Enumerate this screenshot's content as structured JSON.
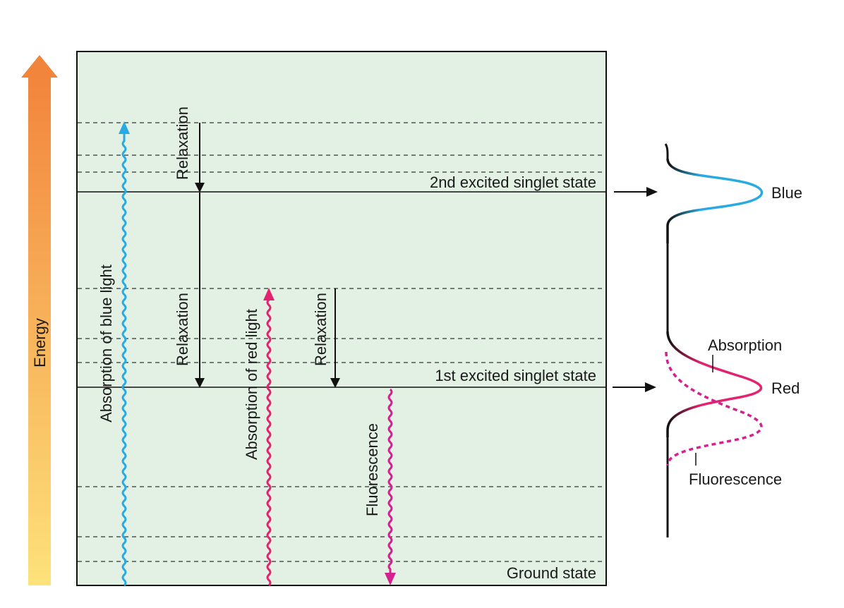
{
  "axis": {
    "label": "Energy"
  },
  "states": {
    "second_excited": "2nd excited singlet state",
    "first_excited": "1st excited singlet state",
    "ground": "Ground state"
  },
  "transitions": {
    "absorption_blue": "Absorption of blue light",
    "absorption_red": "Absorption of red light",
    "relaxation_1": "Relaxation",
    "relaxation_2": "Relaxation",
    "relaxation_3": "Relaxation",
    "fluorescence": "Fluorescence"
  },
  "spectrum": {
    "blue": "Blue",
    "red": "Red",
    "absorption": "Absorption",
    "fluorescence": "Fluorescence"
  },
  "colors": {
    "panel": "#e3f0e4",
    "blue": "#29abe2",
    "red": "#e2236f",
    "magenta": "#d4218f",
    "energy_top": "#f2853c",
    "energy_bottom": "#fde27a"
  }
}
